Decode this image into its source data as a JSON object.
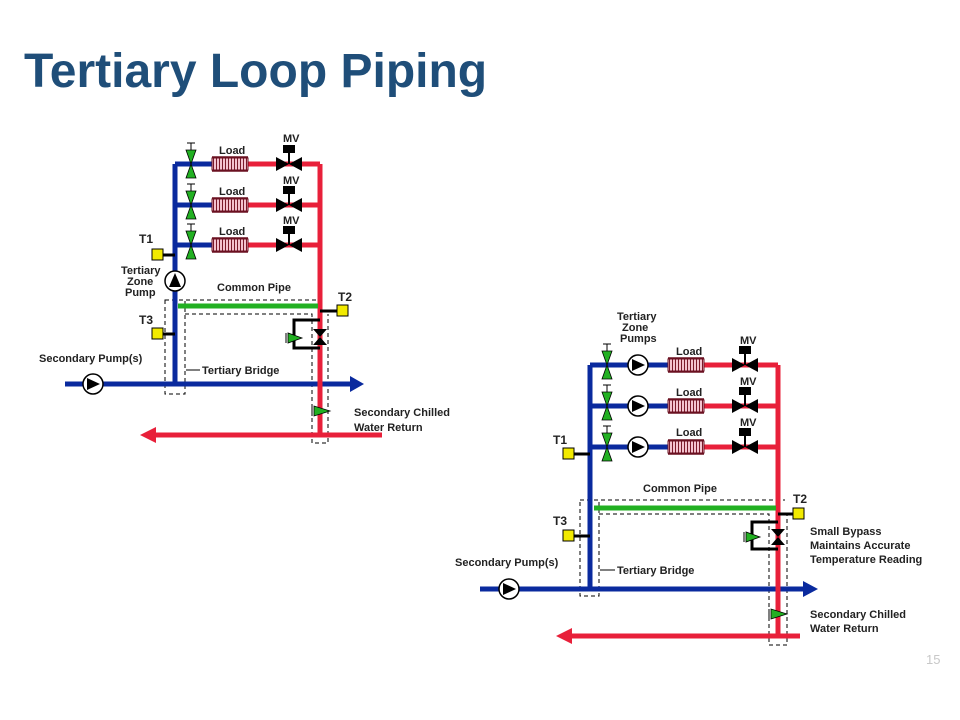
{
  "slide": {
    "title": "Tertiary Loop Piping",
    "page_number": "15"
  },
  "colors": {
    "supply": "#0a2a9e",
    "return": "#e8203a",
    "common_pipe": "#22b022",
    "sensor": "#f2ea00",
    "title": "#1F4E79"
  },
  "left_diagram": {
    "load_label": "Load",
    "valve_label": "MV",
    "t1": "T1",
    "t2": "T2",
    "t3": "T3",
    "pump_label_1": "Tertiary",
    "pump_label_2": "Zone",
    "pump_label_3": "Pump",
    "common_pipe": "Common Pipe",
    "secondary_pumps": "Secondary Pump(s)",
    "tertiary_bridge": "Tertiary Bridge",
    "return_label_1": "Secondary Chilled",
    "return_label_2": "Water Return"
  },
  "right_diagram": {
    "load_label": "Load",
    "valve_label": "MV",
    "t1": "T1",
    "t2": "T2",
    "t3": "T3",
    "pumps_label_1": "Tertiary",
    "pumps_label_2": "Zone",
    "pumps_label_3": "Pumps",
    "common_pipe": "Common Pipe",
    "bypass_label_1": "Small Bypass",
    "bypass_label_2": "Maintains Accurate",
    "bypass_label_3": "Temperature Reading",
    "secondary_pumps": "Secondary Pump(s)",
    "tertiary_bridge": "Tertiary Bridge",
    "return_label_1": "Secondary Chilled",
    "return_label_2": "Water Return"
  }
}
